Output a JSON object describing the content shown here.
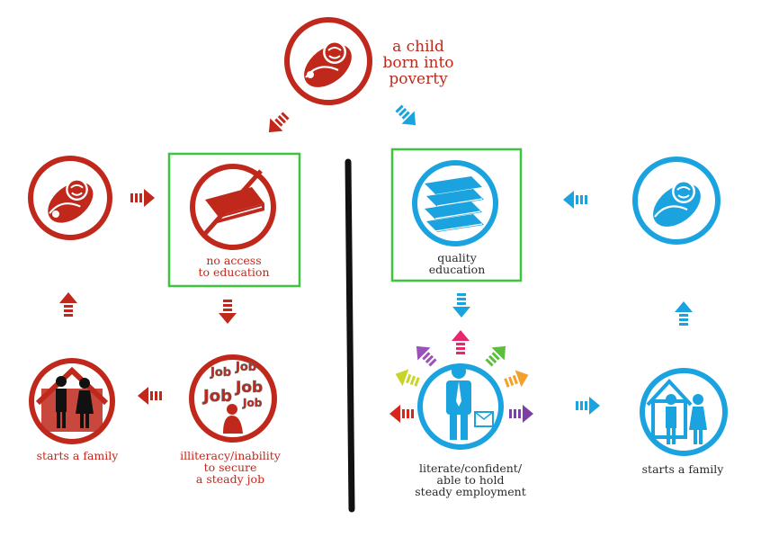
{
  "colors": {
    "red": "#c0281c",
    "blue": "#1ba3e0",
    "highlight": "#3fc43f",
    "divider": "#111111"
  },
  "labels": {
    "child_poverty": "a child\nborn into\npoverty",
    "no_access": "no access\nto education",
    "quality": "quality\neducation",
    "starts_family_red": "starts a family",
    "illiteracy": "illiteracy/inability\nto secure\na steady job",
    "literate": "literate/confident/\nable to hold\nsteady employment",
    "starts_family_blue": "starts a family"
  },
  "job_words": [
    "Job",
    "Job",
    "Job",
    "Job",
    "Job"
  ],
  "icons": {
    "child_top": "baby-icon",
    "child_left": "baby-icon",
    "child_right": "baby-icon",
    "no_book": "crossed-book-icon",
    "books": "books-stack-icon",
    "family_red": "couple-in-house-icon",
    "jobless": "jobless-person-icon",
    "employed": "businessman-icon",
    "family_blue": "couple-in-house-icon"
  }
}
